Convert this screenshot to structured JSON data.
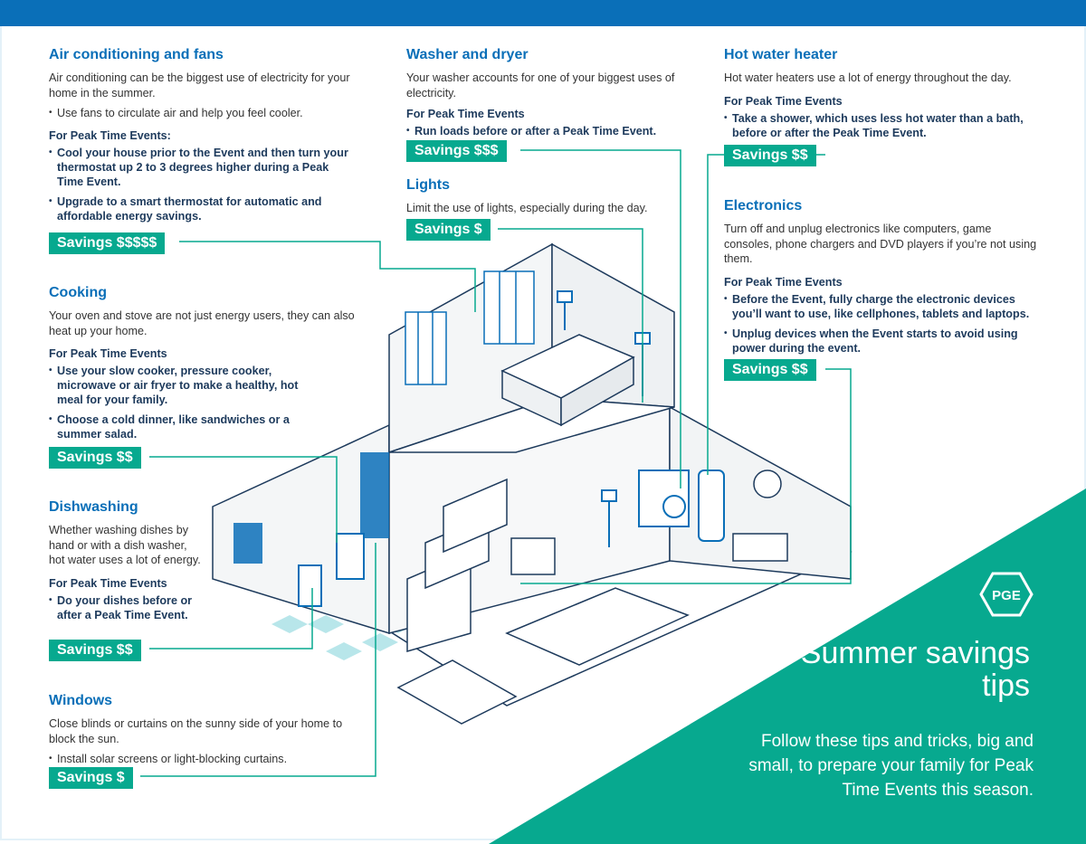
{
  "brand": {
    "logo_text": "PGE",
    "accent": "#07a98f",
    "blue": "#0a6fb8"
  },
  "hero": {
    "title": "Summer savings tips",
    "tagline": "Follow these tips and tricks, big and small, to prepare your family for Peak Time Events this season."
  },
  "sections": {
    "ac": {
      "heading": "Air conditioning and fans",
      "body": "Air conditioning can be the biggest use of electricity for your home in the summer.",
      "tips": [
        "Use fans to circulate air and help you feel cooler."
      ],
      "peak_label": "For Peak Time Events:",
      "peak_tips": [
        "Cool your house prior to the Event and then turn your thermostat up 2 to 3 degrees higher during a Peak Time Event.",
        "Upgrade to a smart thermostat for automatic and affordable energy savings."
      ],
      "savings": "Savings $$$$$"
    },
    "cooking": {
      "heading": "Cooking",
      "body": "Your oven and stove are not just energy users, they can also heat up your home.",
      "peak_label": "For Peak Time Events",
      "peak_tips": [
        "Use your slow cooker, pressure cooker, microwave or air fryer to make a healthy, hot meal for your family.",
        "Choose a cold dinner, like sandwiches or a summer salad."
      ],
      "savings": "Savings $$"
    },
    "dish": {
      "heading": "Dishwashing",
      "body": "Whether washing dishes by hand or with a dish washer, hot water uses a lot of energy.",
      "peak_label": "For Peak Time Events",
      "peak_tips": [
        "Do your dishes before or after a Peak Time Event."
      ],
      "savings": "Savings $$"
    },
    "windows": {
      "heading": "Windows",
      "body": "Close blinds or curtains on the sunny side of your home to block the sun.",
      "tips": [
        "Install solar screens or light-blocking curtains."
      ],
      "savings": "Savings $"
    },
    "washer": {
      "heading": "Washer and dryer",
      "body": "Your washer accounts for one of your biggest uses of electricity.",
      "peak_label": "For Peak Time Events",
      "peak_tips": [
        "Run loads before or after a Peak Time Event."
      ],
      "savings": "Savings $$$"
    },
    "lights": {
      "heading": "Lights",
      "body": "Limit the use of lights, especially during the day.",
      "savings": "Savings $"
    },
    "heater": {
      "heading": "Hot water heater",
      "body": "Hot water heaters use a lot of energy throughout the day.",
      "peak_label": "For Peak Time Events",
      "peak_tips": [
        "Take a shower, which uses less hot water than a bath, before or after the Peak Time Event."
      ],
      "savings": "Savings $$"
    },
    "electronics": {
      "heading": "Electronics",
      "body": "Turn off and unplug electronics like computers, game consoles, phone chargers and DVD players if you’re not using them.",
      "peak_label": "For Peak Time Events",
      "peak_tips": [
        "Before the Event, fully charge the electronic devices you’ll want to use, like cellphones, tablets and laptops.",
        "Unplug devices when the Event starts to avoid using power during the event."
      ],
      "savings": "Savings $$"
    }
  }
}
